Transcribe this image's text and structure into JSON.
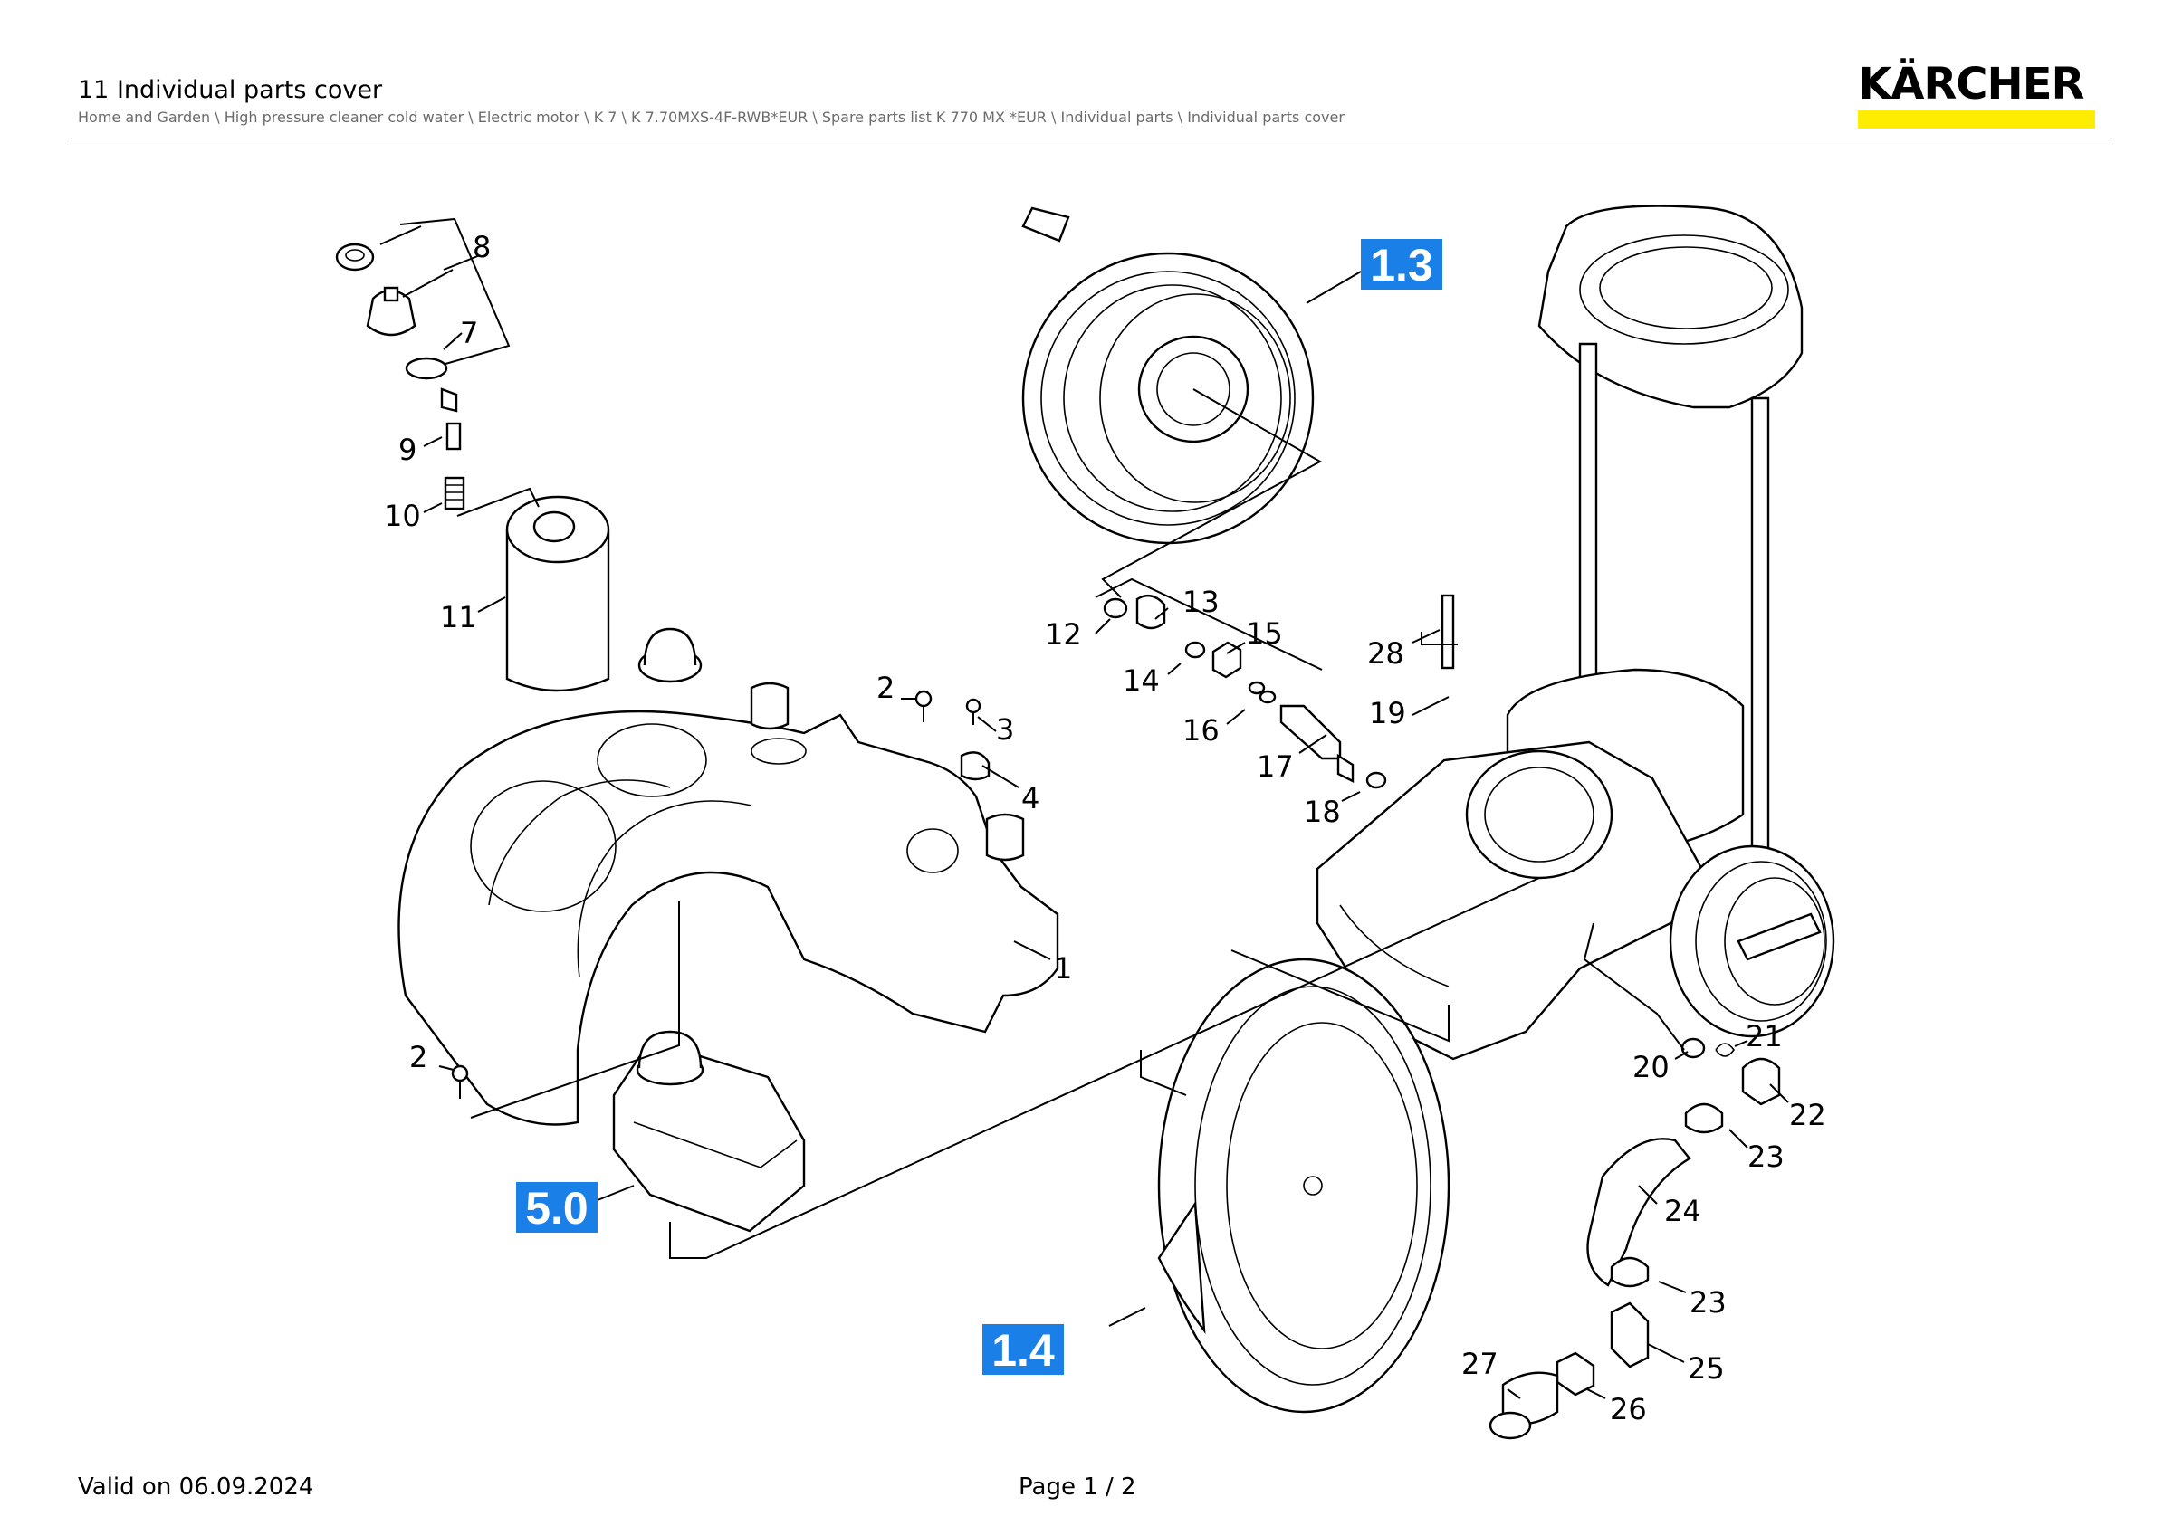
{
  "header": {
    "title": "11 Individual parts cover",
    "breadcrumb": "Home and Garden \\ High pressure cleaner cold water \\ Electric motor \\ K 7 \\ K 7.70MXS-4F-RWB*EUR \\ Spare parts list K 770 MX *EUR \\ Individual parts \\ Individual parts cover",
    "logo_text": "KÄRCHER",
    "logo_bar_color": "#ffed00"
  },
  "diagram": {
    "tag_color": "#1a7fe6",
    "tags": [
      "1.3",
      "5.0",
      "1.4"
    ],
    "callouts": [
      "8",
      "7",
      "9",
      "10",
      "11",
      "2",
      "3",
      "4",
      "1",
      "2",
      "12",
      "13",
      "14",
      "15",
      "16",
      "17",
      "18",
      "19",
      "28",
      "20",
      "21",
      "22",
      "23",
      "24",
      "23",
      "25",
      "26",
      "27"
    ]
  },
  "footer": {
    "valid": "Valid on 06.09.2024",
    "page": "Page 1 / 2"
  }
}
